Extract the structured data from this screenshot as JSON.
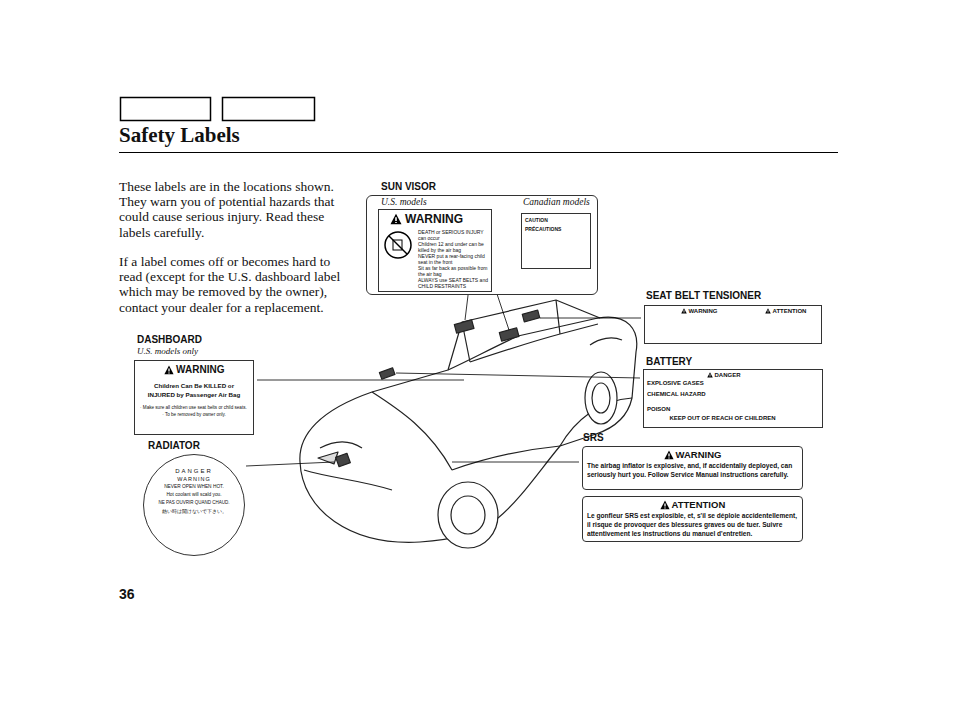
{
  "diagram": {
    "title": "Safety Labels",
    "nodes": [
      {
        "text": [
          "SUN VISOR",
          "U.S. models",
          "Canadian models"
        ]
      },
      {
        "text": [
          "WARNING",
          "DEATH or SERIOUS INJURY can occur",
          "Children 12 and under can be killed by the air bag",
          "NEVER put a rear-facing child seat in the front",
          "Sit as far back as possible from the air bag",
          "ALWAYS use SEAT BELTS and CHILD RESTRAINTS"
        ],
        "in": 0
      },
      {
        "text": [
          "CAUTION",
          "PRÉCAUTIONS"
        ],
        "in": 0
      },
      {
        "text": [
          "SEAT BELT TENSIONER",
          "WARNING",
          "ATTENTION"
        ]
      },
      {
        "text": [
          "BATTERY",
          "DANGER",
          "EXPLOSIVE GASES",
          "CHEMICAL HAZARD",
          "POISON",
          "KEEP OUT OF REACH OF CHILDREN"
        ]
      },
      {
        "text": [
          "SRS",
          "WARNING",
          "The airbag inflator is explosive, and, if accidentally deployed, can seriously hurt you. Follow Service Manual instructions carefully."
        ]
      },
      {
        "text": [
          "ATTENTION",
          "Le gonfleur SRS est explosible, et, s'il se déploie accidentellement, il risque de provoquer des blessures graves ou de tuer. Suivre attentivement les instructions du manuel d'entretien."
        ]
      },
      {
        "text": [
          "DASHBOARD",
          "U.S. models only",
          "WARNING",
          "Children Can Be KILLED or INJURED by Passenger Air Bag",
          "· Make sure all children use seat belts or child seats.",
          "· To be removed by owner only."
        ]
      },
      {
        "text": [
          "RADIATOR",
          "DANGER",
          "WARNING",
          "NEVER OPEN WHEN HOT.",
          "Hot coolant will scald you.",
          "NE PAS OUVRIR QUAND CHAUD.",
          "熱い時は開けないで下さい。"
        ]
      }
    ],
    "labels": [
      "These labels are in the locations shown. They warn you of potential hazards that could cause serious injury. Read these labels carefully.",
      "If a label comes off or becomes hard to read (except for the U.S. dashboard label which may be removed by the owner), contact your dealer for a replacement.",
      "36"
    ]
  }
}
